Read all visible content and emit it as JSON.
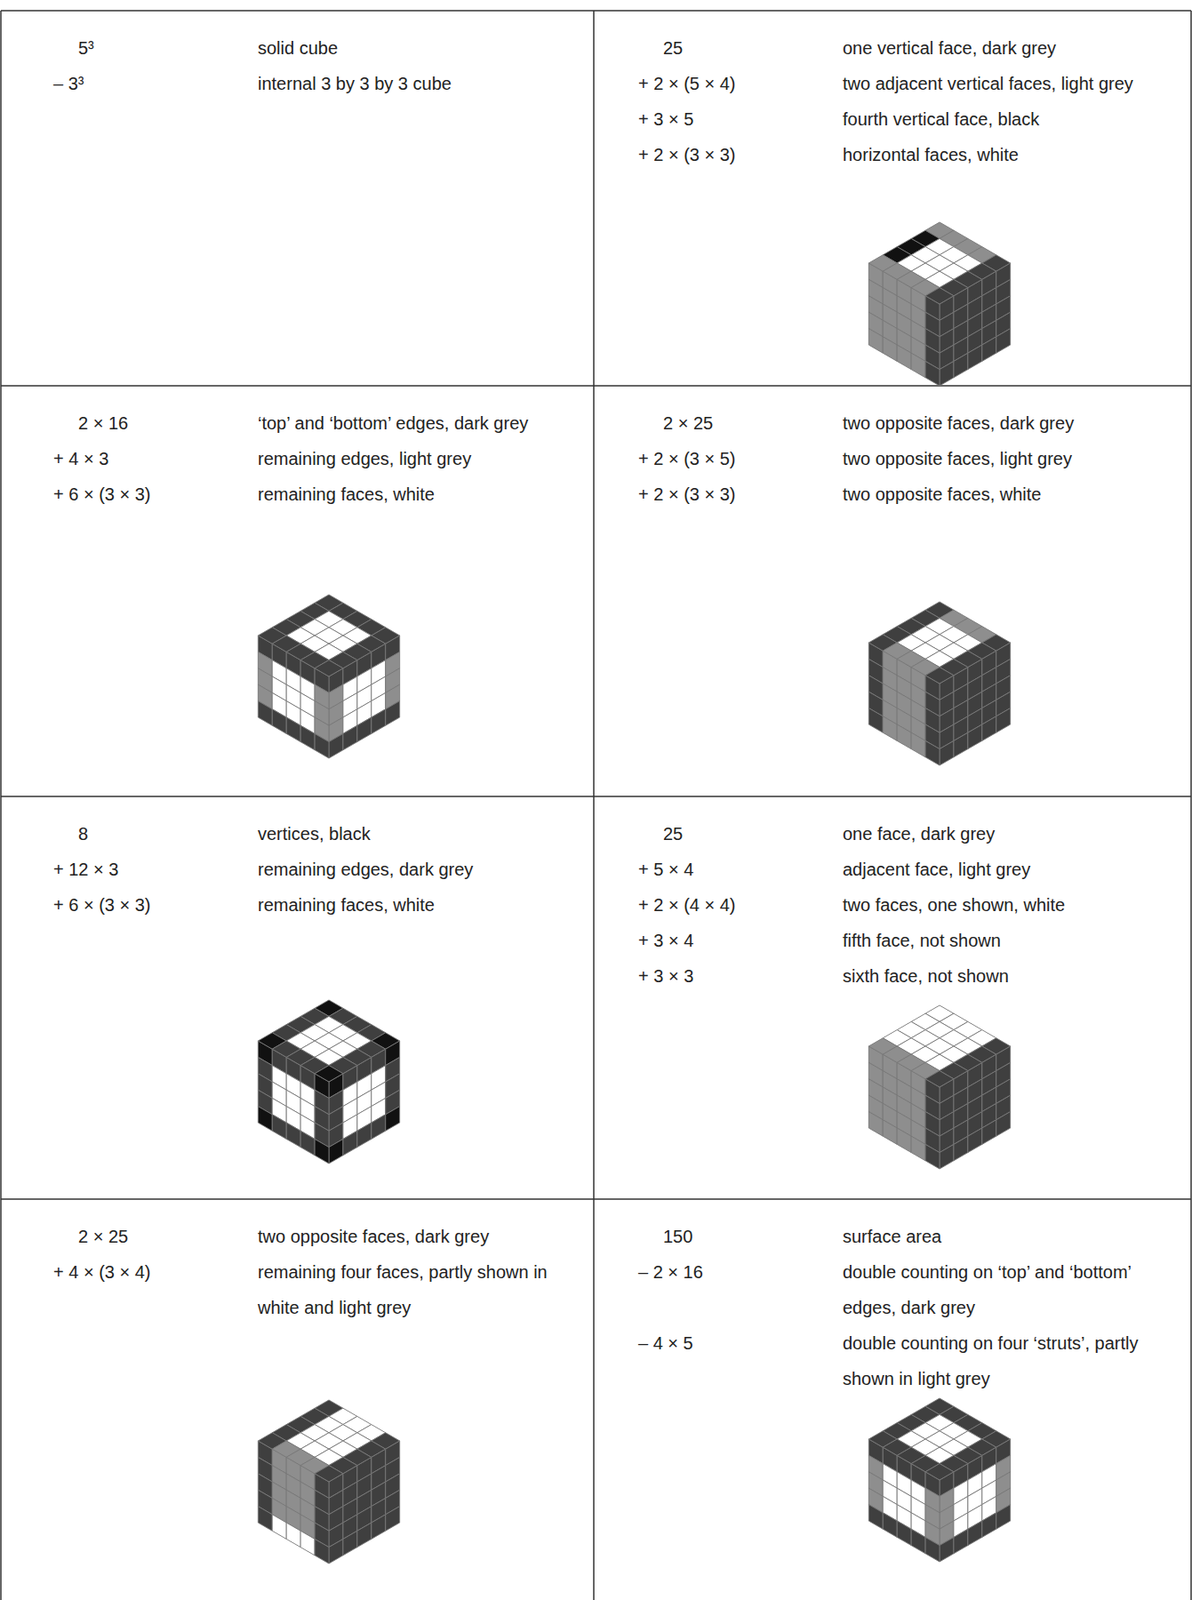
{
  "diagram": {
    "labels": [
      "5³",
      "solid cube",
      "– 3³",
      "internal 3 by 3 by 3 cube",
      "25",
      "one vertical face, dark grey",
      "+ 2 × (5 × 4)",
      "two adjacent vertical faces, light grey",
      "+ 3 × 5",
      "fourth vertical face, black",
      "+ 2 × (3 × 3)",
      "horizontal faces, white",
      "2 × 16",
      "‘top’ and ‘bottom’ edges, dark grey",
      "+ 4 × 3",
      "remaining edges, light grey",
      "+ 6 × (3 × 3)",
      "remaining faces, white",
      "2 × 25",
      "two opposite faces, dark grey",
      "+ 2 × (3 × 5)",
      "two opposite faces, light grey",
      "+ 2 × (3 × 3)",
      "two opposite faces, white",
      "8",
      "vertices, black",
      "+ 12 × 3",
      "remaining edges, dark grey",
      "+ 6 × (3 × 3)",
      "remaining faces, white",
      "25",
      "one face, dark grey",
      "+ 5 × 4",
      "adjacent face, light grey",
      "+ 2 × (4 × 4)",
      "two faces, one shown, white",
      "+ 3 × 4",
      "fifth face, not shown",
      "+ 3 × 3",
      "sixth face, not shown",
      "2 × 25",
      "two opposite faces, dark grey",
      "+ 4 × (3 × 4)",
      "remaining four faces, partly shown in white and light grey",
      "150",
      "surface area",
      "– 2 × 16",
      "double counting on ‘top’ and ‘bottom’ edges, dark grey",
      "– 4 × 5",
      "double counting on four ‘struts’, partly shown in light grey"
    ]
  }
}
